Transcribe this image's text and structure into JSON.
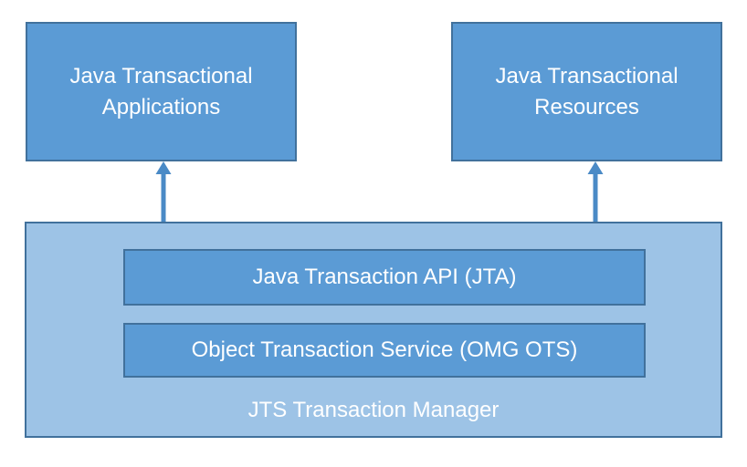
{
  "diagram": {
    "title": "JTS Transaction Manager architecture diagram",
    "top_left_box": {
      "label": "Java Transactional Applications"
    },
    "top_right_box": {
      "label": "Java Transactional Resources"
    },
    "container": {
      "label": "JTS Transaction Manager",
      "inner_boxes": [
        {
          "label": "Java Transaction API (JTA)"
        },
        {
          "label": "Object Transaction Service (OMG OTS)"
        }
      ]
    },
    "arrows": [
      {
        "name": "left-double-arrow",
        "direction": "vertical-double-headed"
      },
      {
        "name": "right-double-arrow",
        "direction": "vertical-double-headed"
      }
    ],
    "colors": {
      "box_fill": "#5B9BD5",
      "box_border": "#41719C",
      "container_fill": "#9DC3E6",
      "container_border": "#41719C",
      "arrow": "#4A8AC6",
      "text": "#FFFFFF"
    }
  }
}
